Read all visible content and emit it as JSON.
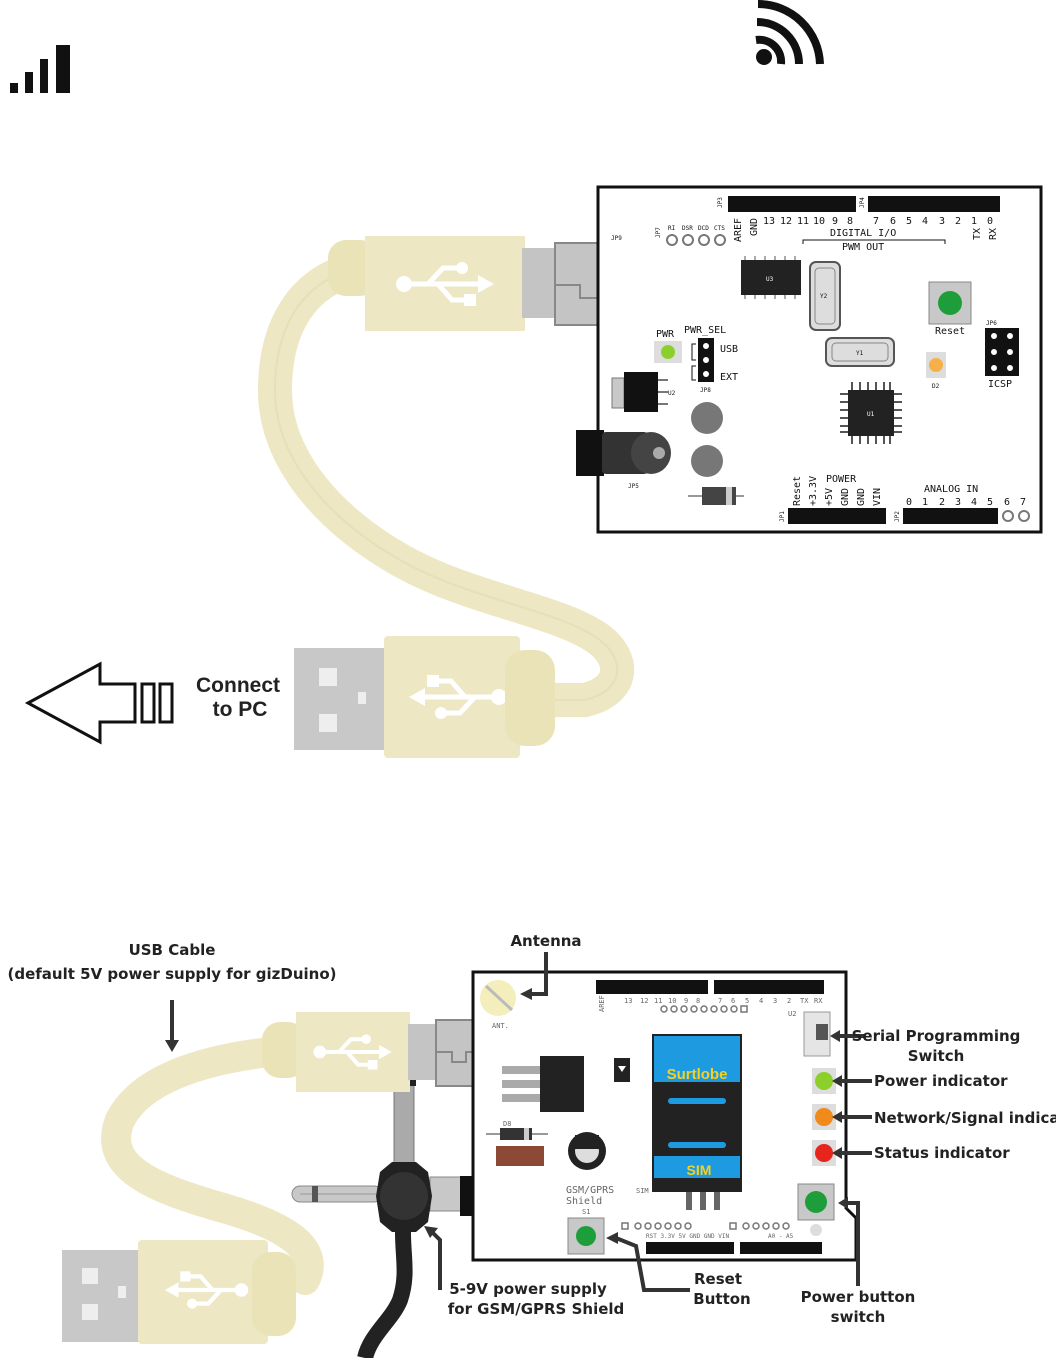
{
  "top_diagram": {
    "arrow_label": [
      "Connect",
      "to PC"
    ],
    "board": {
      "jp3": "JP3",
      "jp4": "JP4",
      "jp7": "JP7",
      "jp9": "JP9",
      "jp8": "JP8",
      "jp5": "JP5",
      "jp6": "JP6",
      "jp1": "JP1",
      "jp2": "JP2",
      "u1": "U1",
      "u2": "U2",
      "u3": "U3",
      "y1": "Y1",
      "y2": "Y2",
      "d2": "D2",
      "serial_pins": [
        "RI",
        "DSR",
        "DCD",
        "CTS"
      ],
      "aref": "AREF",
      "gnd": "GND",
      "digital_numbers": [
        "13",
        "12",
        "11",
        "10",
        "9",
        "8"
      ],
      "digital_numbers_2": [
        "7",
        "6",
        "5",
        "4",
        "3",
        "2",
        "1",
        "0"
      ],
      "tx": "TX",
      "rx": "RX",
      "digital_io": "DIGITAL I/O",
      "pwm_out": "PWM OUT",
      "reset": "Reset",
      "icsp": "ICSP",
      "pwr": "PWR",
      "pwr_sel": "PWR_SEL",
      "usb": "USB",
      "ext": "EXT",
      "power": "POWER",
      "power_pins": [
        "Reset",
        "+3.3V",
        "+5V",
        "GND",
        "GND",
        "VIN"
      ],
      "analog_in": "ANALOG IN",
      "analog_numbers": [
        "0",
        "1",
        "2",
        "3",
        "4",
        "5",
        "6",
        "7"
      ]
    }
  },
  "bottom_diagram": {
    "callouts": {
      "usb_cable": [
        "USB Cable",
        "(default 5V power supply for gizDuino)"
      ],
      "antenna": "Antenna",
      "serial_switch": [
        "Serial Programming",
        "Switch"
      ],
      "power_indicator": "Power indicator",
      "network_indicator": "Network/Signal indicator",
      "status_indicator": "Status indicator",
      "power_supply": [
        "5-9V power supply",
        "for GSM/GPRS Shield"
      ],
      "reset_button": [
        "Reset",
        "Button"
      ],
      "power_button": [
        "Power button",
        "switch"
      ]
    },
    "shield": {
      "ant": "ANT.",
      "aref": "AREF",
      "digital_numbers": [
        "13",
        "12",
        "11",
        "10",
        "9",
        "8"
      ],
      "digital_numbers_2": [
        "7",
        "6",
        "5",
        "4",
        "3",
        "2",
        "TX",
        "RX"
      ],
      "u2": "U2",
      "d8": "D8",
      "sim": "SIM",
      "card_brand": "Surtlobe",
      "card_sim": "SIM",
      "shield_name": [
        "GSM/GPRS",
        "Shield"
      ],
      "s1": "S1",
      "power_row": "RST 3.3V 5V GND GND VIN",
      "analog_row": "A0 - A5"
    }
  },
  "colors": {
    "cable": "#ede7c4",
    "cable_plug": "#eae3b8",
    "connector_gray": "#c4c4c4",
    "board_border": "#111111",
    "button_green": "#1e9e3a",
    "led_green": "#8ccf2a",
    "led_orange": "#f08a1a",
    "led_red": "#e8251c",
    "sim_blue": "#1e9be0"
  },
  "icons": [
    "signal-bars-icon",
    "wifi-icon",
    "usb-trident-icon",
    "left-arrow-icon"
  ]
}
